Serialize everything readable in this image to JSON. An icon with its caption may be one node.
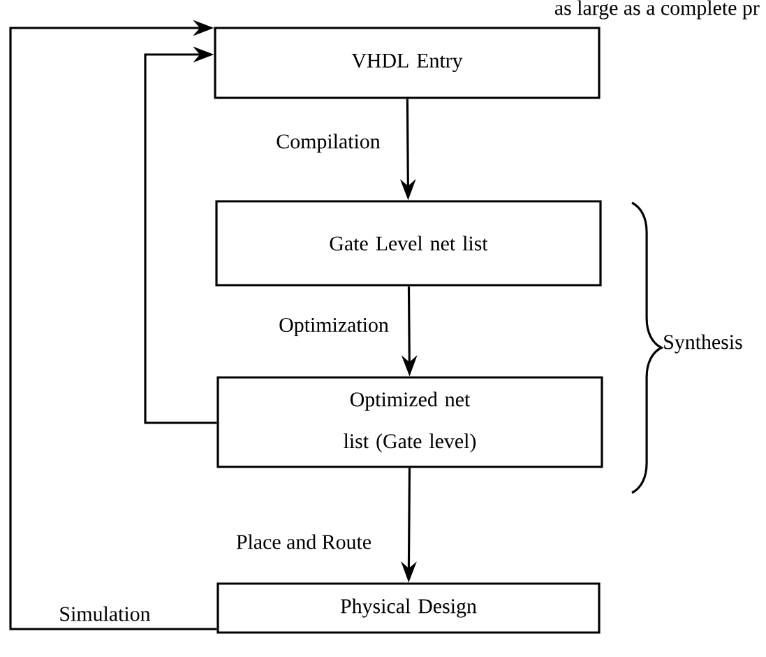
{
  "diagram": {
    "nodes": [
      {
        "text": [
          "VHDL Entry"
        ]
      },
      {
        "text": [
          "Gate Level net list"
        ]
      },
      {
        "text": [
          "Optimized net list (Gate level)"
        ]
      },
      {
        "text": [
          "Physical Design"
        ]
      }
    ],
    "edges": [
      {
        "from": 0,
        "to": 1,
        "arrow": "to",
        "label": "Compilation"
      },
      {
        "from": 1,
        "to": 2,
        "arrow": "to",
        "label": "Optimization"
      },
      {
        "from": 2,
        "to": 3,
        "arrow": "to",
        "label": "Place and Route"
      },
      {
        "from": 2,
        "to": 0,
        "arrow": "to"
      },
      {
        "from": 3,
        "to": 0,
        "arrow": "to",
        "label": "Simulation"
      }
    ],
    "labels": [
      "Synthesis",
      "as large as a complete pr"
    ]
  }
}
